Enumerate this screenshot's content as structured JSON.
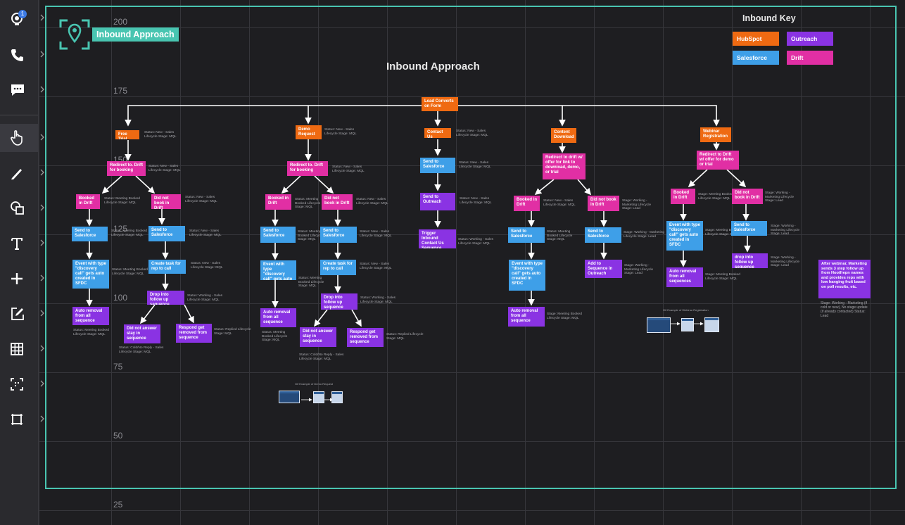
{
  "toolbar": {
    "notification_count": "1",
    "tools": [
      "agent",
      "phone",
      "chat",
      "hand",
      "pen",
      "shapes",
      "text",
      "add",
      "note",
      "table",
      "frame-select",
      "frame"
    ]
  },
  "canvas": {
    "y_axis_labels": [
      "200",
      "175",
      "150",
      "125",
      "100",
      "75",
      "50",
      "25"
    ],
    "frame_tag": "Inbound Approach",
    "title": "Inbound Approach",
    "key": {
      "title": "Inbound Key",
      "items": [
        {
          "label": "HubSpot",
          "color": "#ef6a12"
        },
        {
          "label": "Outreach",
          "color": "#8a33e3"
        },
        {
          "label": "Salesforce",
          "color": "#3e9fe8"
        },
        {
          "label": "Drift",
          "color": "#e12fa4"
        }
      ]
    },
    "root": "Lead Converts on Form",
    "col1": {
      "head": "Free Trial",
      "head_note": "Status: New - Sales Lifecycle Stage: MQL",
      "redirect": "Redirect to. Drift for booking",
      "redirect_note": "Status: New - Sales Lifecycle Stage: MQL",
      "booked": "Booked in Drift",
      "booked_note": "Status: Meeting Booked Lifecycle Stage: MQL",
      "notbook": "Did not book in Drift",
      "notbook_note": "Status: New - Sales Lifecycle Stage: MQL",
      "send_l": "Send to Salesforce",
      "send_l_note": "Status: Meeting Booked Lifecycle Stage: MQL",
      "send_r": "Send to Salesforce",
      "send_r_note": "Status: New - Sales Lifecycle Stage: MQL",
      "event": "Event with type \"discovery call\" gets auto created in SFDC",
      "event_note": "Status: Meeting Booked Lifecycle Stage: MQL",
      "task": "Create task for rep to call",
      "task_note": "Status: New - Sales Lifecycle Stage: MQL",
      "drop": "Drop into follow up sequence",
      "drop_note": "Status: Working - Sales Lifecycle Stage: MQL",
      "removal": "Auto removal from all sequence",
      "removal_note": "Status: Meeting Booked Lifecycle Stage: MQL",
      "noanswer": "Did not answer stay in sequence",
      "noanswer_note": "Status: Cold/No Reply - Sales Lifecycle Stage: MQL",
      "respond": "Respond get removed from sequence",
      "respond_note": "Status: Replied Lifecycle Stage: MQL"
    },
    "col2": {
      "head": "Demo Request",
      "head_note": "Status: New - Sales Lifecycle Stage: MQL",
      "redirect": "Redirect to. Drift for booking",
      "redirect_note": "Status: New - Sales Lifecycle Stage: MQL",
      "booked": "Booked in Drift",
      "booked_note": "Status: Meeting Booked Lifecycle Stage: MQL",
      "notbook": "Did not book in Drift",
      "notbook_note": "Status: New - Sales Lifecycle Stage: MQL",
      "send_l": "Send to Salesforce",
      "send_l_note": "Status: Meeting Booked Lifecycle Stage: MQL",
      "send_r": "Send to Salesforce",
      "send_r_note": "Status: New - Sales Lifecycle Stage: MQL",
      "event": "Event with type \"discovery call\" gets auto created in SFDC",
      "event_note": "Status: Meeting Booked Lifecycle Stage: MQL",
      "task": "Create task for rep to call",
      "task_note": "Status: New - Sales Lifecycle Stage: MQL",
      "drop": "Drop into follow up sequence",
      "drop_note": "Status: Working - Sales Lifecycle Stage: MQL",
      "removal": "Auto removal from all sequence",
      "removal_note": "Status: Meeting Booked Lifecycle Stage: MQL",
      "noanswer": "Did not answer stay in sequence",
      "noanswer_note": "Status: Cold/No Reply - Sales Lifecycle Stage: MQL",
      "respond": "Respond get removed from sequence",
      "respond_note": "Status: Replied Lifecycle Stage: MQL",
      "example": "Gif Example of Demo Request"
    },
    "col3": {
      "head": "Contact Us",
      "head_note": "Status: New - Sales Lifecycle Stage: MQL",
      "sf": "Send to Salesforce",
      "sf_note": "Status: New - Sales Lifecycle Stage: MQL",
      "outreach": "Send to Outreach",
      "outreach_note": "Status: New - Sales Lifecycle Stage: MQL",
      "trigger": "Trigger Inbound Contact Us Sequence",
      "trigger_note": "Status: Working - Sales Lifecycle Stage: MQL"
    },
    "col4": {
      "head": "Content Download",
      "redirect": "Redirect to drift w/ offer for link to download, demo, or trial",
      "booked": "Booked in Drift",
      "booked_note": "Status: New - Sales Lifecycle Stage: MQL",
      "notbook": "Did not book in Drift",
      "notbook_note": "Stage: Working - Marketing Lifecycle Stage: Lead",
      "send_l": "Send to Salesforce",
      "send_l_note": "Status: Meeting Booked Lifecycle Stage: MQL",
      "send_r": "Send to Salesforce",
      "send_r_note": "Stage: Working - Marketing Lifecycle Stage: Lead",
      "event": "Event with type \"discovery call\" gets auto created in SFDC",
      "add": "Add to Sequence in Outreach",
      "add_note": "Stage: Working - Marketing Lifecycle Stage: Lead",
      "removal": "Auto removal from all sequence",
      "removal_note": "Stage: Meeting Booked Lifecycle Stage: MQL"
    },
    "col5": {
      "head": "Webinar Registration",
      "redirect": "Redirect to Drift w/ offer for demo or trial",
      "booked": "Booked in Drift",
      "booked_note": "Stage: Meeting Booked Lifecycle Stage: MQL",
      "notbook": "Did not book in Drift",
      "notbook_note": "Stage: Working - Marketing Lifecycle Stage: Lead",
      "event": "Event with type \"discovery call\" gets auto created in SFDC",
      "event_note": "Stage: Meeting Booked Lifecycle Stage: MQL",
      "send": "Send to Salesforce",
      "send_note": "Stage: Working - Marketing Lifecycle Stage: Lead",
      "removal": "Auto removal from all sequences",
      "removal_note": "Stage: Meeting Booked Lifecycle Stage: MQL",
      "drop": "drop into follow up sequence",
      "drop_note": "Stage: Working - Marketing Lifecycle Stage: Lead",
      "example": "Gif Example of Webinar Registration"
    },
    "webinar_note": "After webinar, Marketing sends 3 step follow up from Hootfrepn names and provides reps with low hanging fruit based on poll results, etc.",
    "webinar_note_status": "Stage: Working - Marketing (if cold or new), No stage update (if already contacted) Status: Lead"
  }
}
